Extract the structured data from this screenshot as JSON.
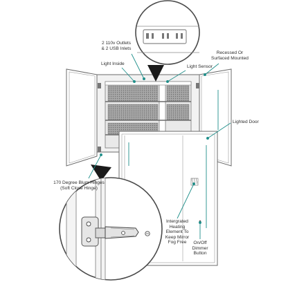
{
  "callouts": {
    "outlets_line1": "2 110v Outlets",
    "outlets_line2": "& 2 USB Inlets",
    "light_inside": "Light Inside",
    "light_sensor": "Light Sensor",
    "recessed_line1": "Recessed Or",
    "recessed_line2": "Surfaced Mounted",
    "lighted_door": "Lighted Door",
    "hinges_line1": "170 Degree Blum Hinges",
    "hinges_line2": "(Soft Close Hinge)",
    "heating_line1": "Intergrated",
    "heating_line2": "Heating",
    "heating_line3": "Element To",
    "heating_line4": "Keep Mirror",
    "heating_line5": "Fog Free",
    "dimmer_line1": "On/Off",
    "dimmer_line2": "Dimmer",
    "dimmer_line3": "Button"
  },
  "colors": {
    "outline": "#6b6b6b",
    "accent": "#1f8f8a",
    "shelf_fill": "#9a9a9a",
    "interior_back": "#e9e9e9",
    "panel_fill": "#ffffff"
  }
}
